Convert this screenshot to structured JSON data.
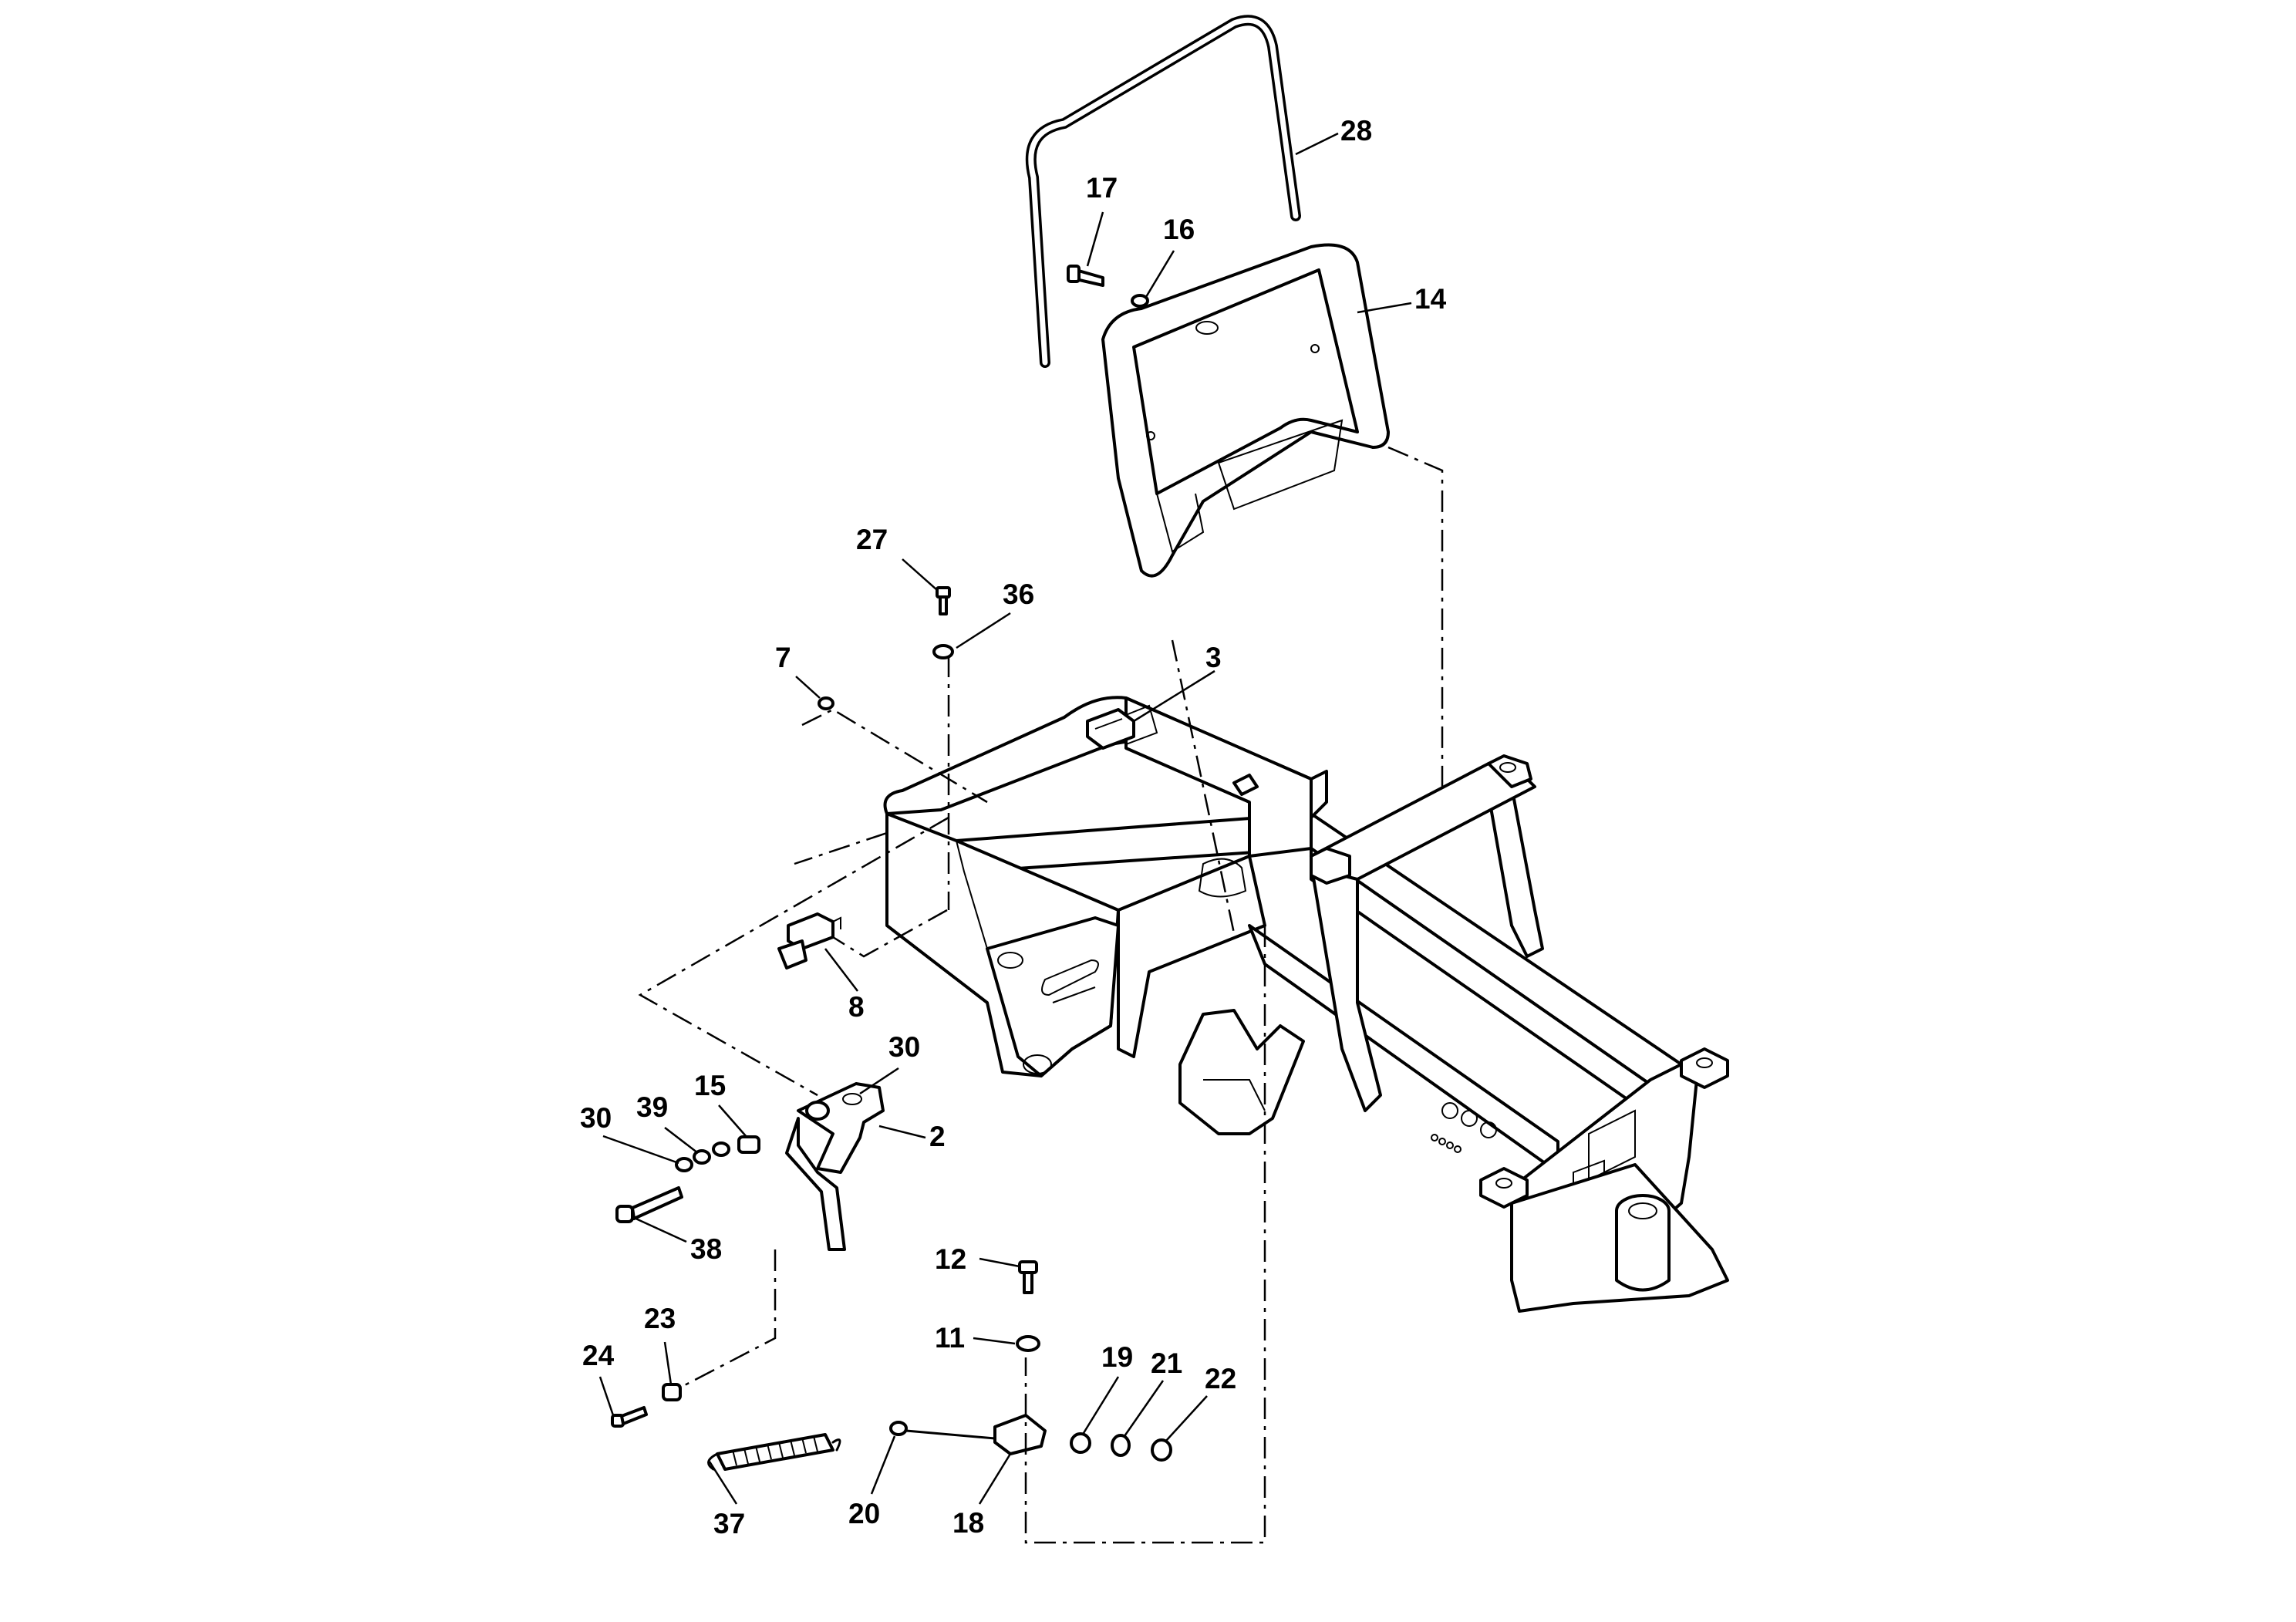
{
  "diagram": {
    "callouts": [
      {
        "id": "c28",
        "label": "28"
      },
      {
        "id": "c17",
        "label": "17"
      },
      {
        "id": "c16",
        "label": "16"
      },
      {
        "id": "c14",
        "label": "14"
      },
      {
        "id": "c27",
        "label": "27"
      },
      {
        "id": "c36",
        "label": "36"
      },
      {
        "id": "c7",
        "label": "7"
      },
      {
        "id": "c3",
        "label": "3"
      },
      {
        "id": "c8",
        "label": "8"
      },
      {
        "id": "c30a",
        "label": "30"
      },
      {
        "id": "c15",
        "label": "15"
      },
      {
        "id": "c39",
        "label": "39"
      },
      {
        "id": "c30b",
        "label": "30"
      },
      {
        "id": "c2",
        "label": "2"
      },
      {
        "id": "c38",
        "label": "38"
      },
      {
        "id": "c12",
        "label": "12"
      },
      {
        "id": "c11",
        "label": "11"
      },
      {
        "id": "c19",
        "label": "19"
      },
      {
        "id": "c21",
        "label": "21"
      },
      {
        "id": "c22",
        "label": "22"
      },
      {
        "id": "c24",
        "label": "24"
      },
      {
        "id": "c23",
        "label": "23"
      },
      {
        "id": "c37",
        "label": "37"
      },
      {
        "id": "c20",
        "label": "20"
      },
      {
        "id": "c18",
        "label": "18"
      }
    ]
  }
}
